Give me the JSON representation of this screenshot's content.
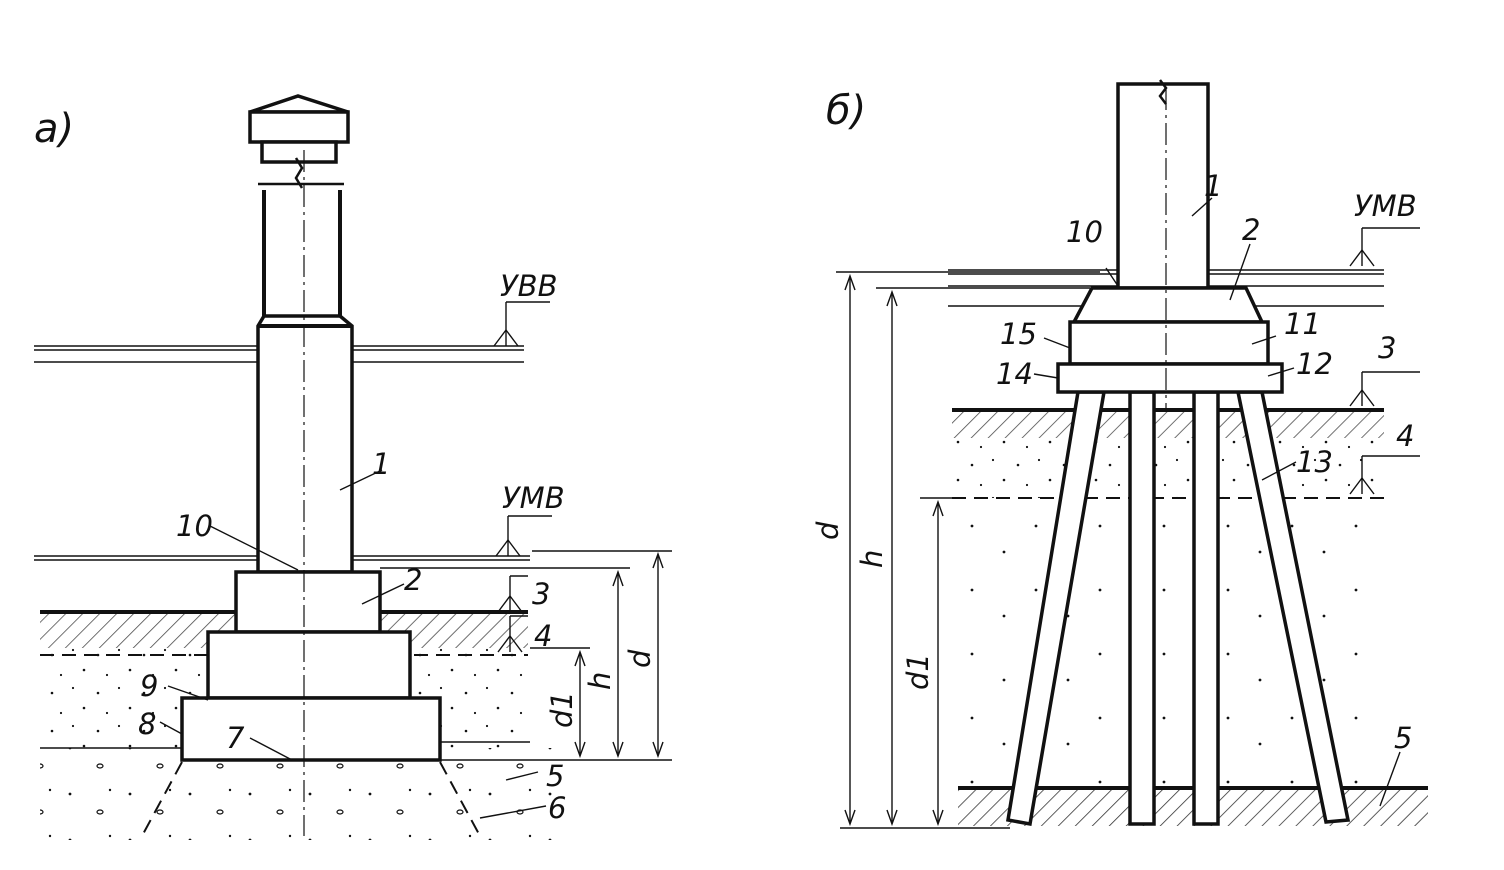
{
  "figure_a": {
    "panel_label": "а)",
    "water_levels": {
      "high": "УВВ",
      "low": "УМВ"
    },
    "callouts": [
      "1",
      "2",
      "3",
      "4",
      "5",
      "6",
      "7",
      "8",
      "9",
      "10"
    ],
    "dimensions": [
      "d",
      "h",
      "d1"
    ]
  },
  "figure_b": {
    "panel_label": "б)",
    "water_levels": {
      "low": "УМВ"
    },
    "callouts": [
      "1",
      "2",
      "3",
      "4",
      "5",
      "10",
      "11",
      "12",
      "13",
      "14",
      "15"
    ],
    "dimensions": [
      "d",
      "h",
      "d1"
    ]
  },
  "colors": {
    "ink": "#111111",
    "paper": "#ffffff"
  }
}
